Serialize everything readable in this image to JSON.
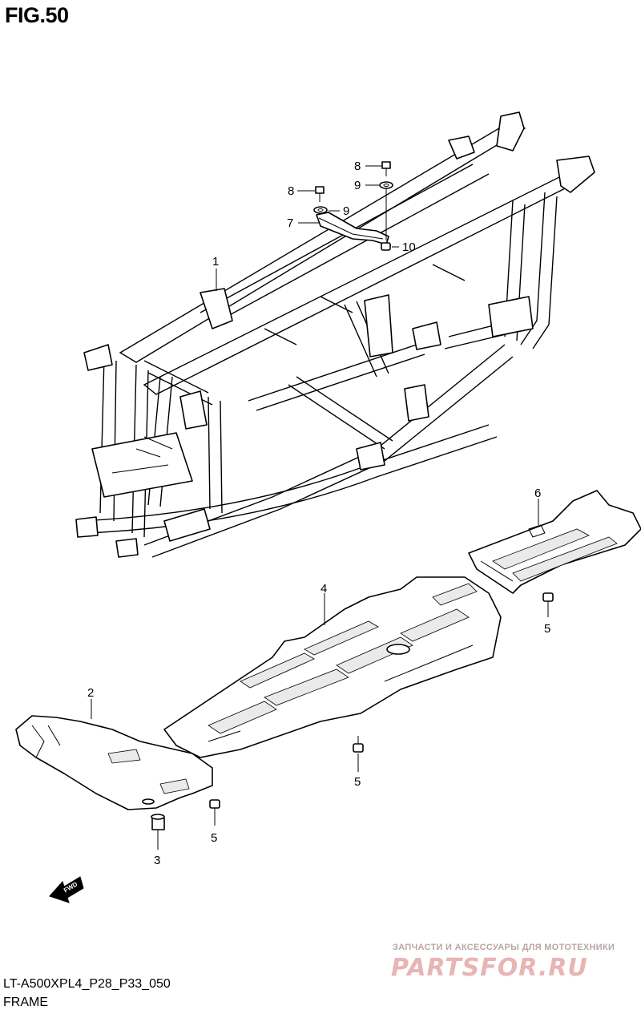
{
  "figure": {
    "title": "FIG.50",
    "model_code": "LT-A500XPL4_P28_P33_050",
    "section": "FRAME"
  },
  "callouts": [
    "1",
    "2",
    "3",
    "4",
    "5",
    "5",
    "5",
    "6",
    "7",
    "8",
    "8",
    "9",
    "9",
    "10"
  ],
  "fwd_label": "FWD",
  "watermark": {
    "tagline": "ЗАПЧАСТИ И АКСЕССУАРЫ ДЛЯ МОТОТЕХНИКИ",
    "logo": "PARTSFOR.RU"
  }
}
